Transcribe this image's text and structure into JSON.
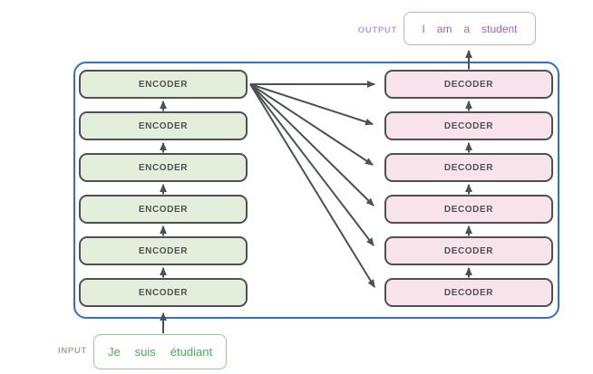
{
  "input": {
    "label": "INPUT",
    "tokens": [
      "Je",
      "suis",
      "étudiant"
    ]
  },
  "output": {
    "label": "OUTPUT",
    "tokens": [
      "I",
      "am",
      "a",
      "student"
    ]
  },
  "encoders": [
    {
      "label": "ENCODER"
    },
    {
      "label": "ENCODER"
    },
    {
      "label": "ENCODER"
    },
    {
      "label": "ENCODER"
    },
    {
      "label": "ENCODER"
    },
    {
      "label": "ENCODER"
    }
  ],
  "decoders": [
    {
      "label": "DECODER"
    },
    {
      "label": "DECODER"
    },
    {
      "label": "DECODER"
    },
    {
      "label": "DECODER"
    },
    {
      "label": "DECODER"
    },
    {
      "label": "DECODER"
    }
  ],
  "colors": {
    "panel_border": "#2e6de5",
    "box_border": "#4d5156",
    "encoder_fill": "#e4efdb",
    "decoder_fill": "#f9e3eb",
    "arrow": "#4d5156",
    "input_border": "#8fce8f",
    "input_text": "#47b14f",
    "input_label": "#93b493",
    "output_border": "#c7a7e0",
    "output_text": "#a45fc7",
    "output_label": "#bb9bd9"
  }
}
